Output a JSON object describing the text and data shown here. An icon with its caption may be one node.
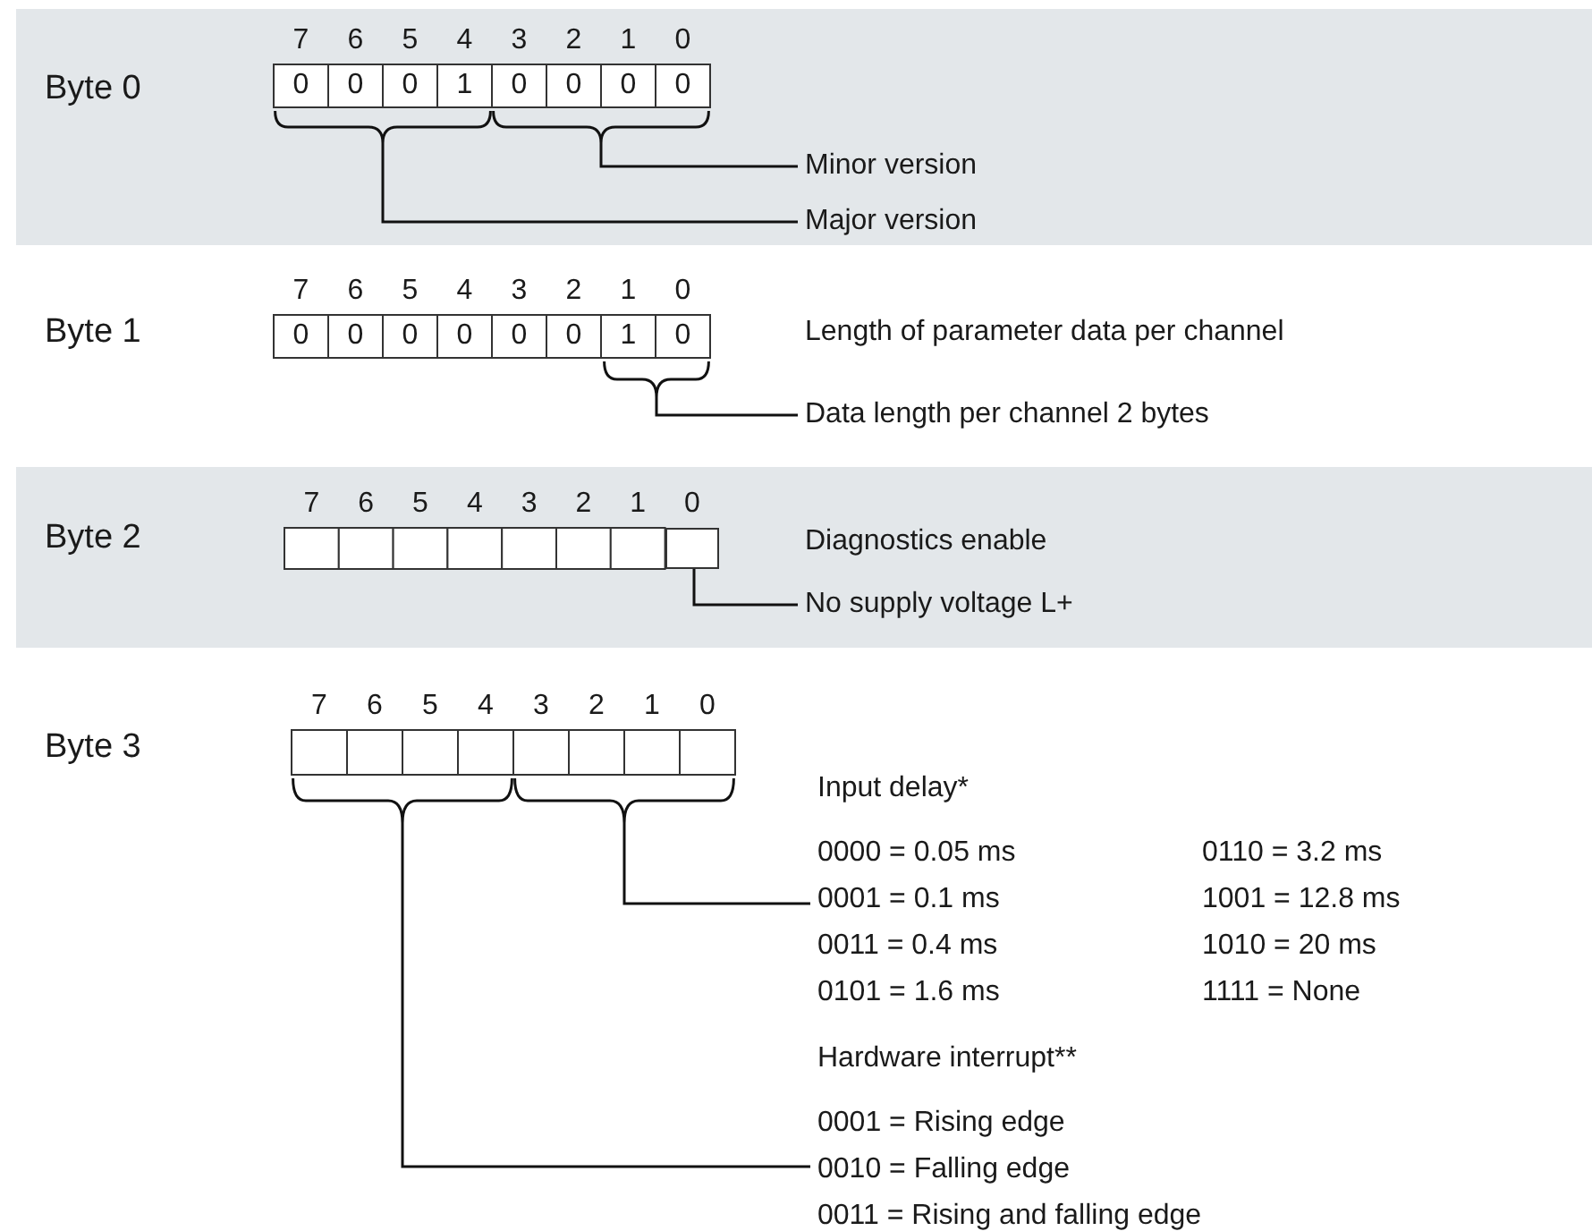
{
  "diagram": {
    "nodes": [
      {
        "text": [
          "Byte 0"
        ]
      },
      {
        "text": [],
        "shape": "brace",
        "in": 0
      },
      {
        "text": [],
        "shape": "brace",
        "in": 0
      },
      {
        "text": [
          "Minor version"
        ],
        "in": 0
      },
      {
        "text": [
          "Major version"
        ],
        "in": 0
      },
      {
        "text": [],
        "shape": "brace"
      },
      {
        "text": [
          "Data length per channel 2 bytes"
        ]
      },
      {
        "text": [
          "Byte 2"
        ]
      },
      {
        "text": [],
        "shape": "box",
        "in": 7
      },
      {
        "text": [
          "No supply voltage L+"
        ],
        "in": 7
      },
      {
        "text": [],
        "shape": "brace"
      },
      {
        "text": [],
        "shape": "brace"
      },
      {
        "text": [
          "Input delay*",
          "0000 = 0.05 ms",
          "0110 = 3.2 ms",
          "0001 = 0.1 ms",
          "1001 = 12.8 ms",
          "0011 = 0.4 ms",
          "1010 = 20 ms",
          "0101 = 1.6 ms",
          "1111 = None"
        ]
      },
      {
        "text": [
          "Hardware interrupt**",
          "0001 = Rising edge",
          "0010 = Falling edge",
          "0011 = Rising and falling edge"
        ]
      }
    ],
    "edges": [
      {
        "from": 3,
        "to": 2,
        "arrow": "none"
      },
      {
        "from": 4,
        "to": 1,
        "arrow": "none"
      },
      {
        "from": 6,
        "to": 5,
        "arrow": "none"
      },
      {
        "from": 9,
        "to": 8,
        "arrow": "none"
      },
      {
        "from": 12,
        "to": 11,
        "arrow": "none"
      },
      {
        "from": 13,
        "to": 10,
        "arrow": "none"
      }
    ],
    "labels": [
      "7",
      "6",
      "5",
      "4",
      "3",
      "2",
      "1",
      "0",
      "0",
      "0",
      "0",
      "1",
      "0",
      "0",
      "0",
      "0",
      "Byte 1",
      "7",
      "6",
      "5",
      "4",
      "3",
      "2",
      "1",
      "0",
      "0",
      "0",
      "0",
      "0",
      "0",
      "0",
      "1",
      "0",
      "Length of parameter data per channel",
      "7",
      "6",
      "5",
      "4",
      "3",
      "2",
      "1",
      "0",
      "Diagnostics enable",
      "Byte 3",
      "7",
      "6",
      "5",
      "4",
      "3",
      "2",
      "1",
      "0"
    ]
  }
}
